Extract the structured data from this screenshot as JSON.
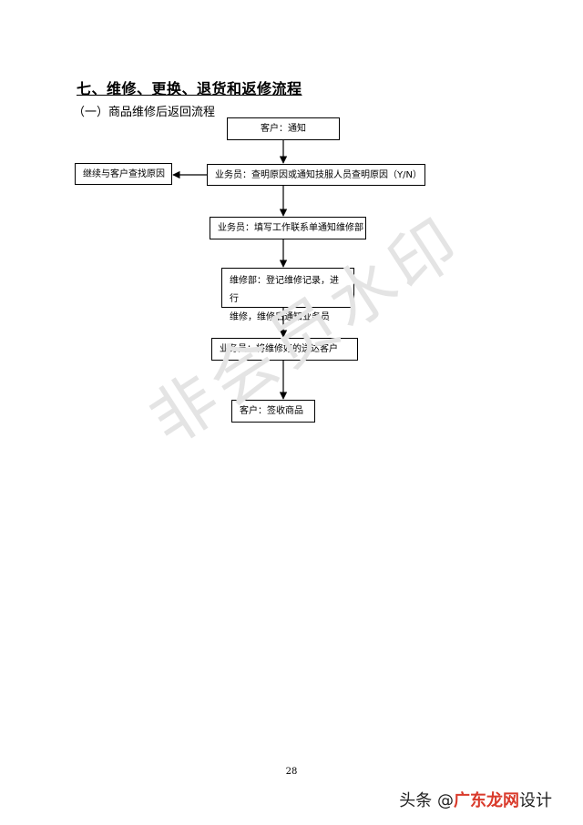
{
  "section": {
    "title": "七、维修、更换、退货和返修流程",
    "subtitle": "（一）商品维修后返回流程"
  },
  "flow": {
    "customer_notice": "客户：通知",
    "salesman_check": "业务员：查明原因或通知技服人员查明原因（Y/N）",
    "continue_check": "继续与客户查找原因",
    "salesman_fill": "业务员：填写工作联系单通知维修部",
    "repair_dept_line1": "维修部：登记维修记录，进行",
    "repair_dept_line2": "维修，维修后通知业务员",
    "salesman_deliver": "业务员：将维修好的送达客户",
    "customer_sign": "客户：签收商品"
  },
  "watermark": "非会员水印",
  "page_number": "28",
  "footer": {
    "prefix": "头条 @",
    "brand_a": "广东",
    "brand_b": "龙网",
    "suffix": "设计"
  },
  "colors": {
    "watermark": "#e4e4e4",
    "brand_accent": "#d93a2b"
  }
}
